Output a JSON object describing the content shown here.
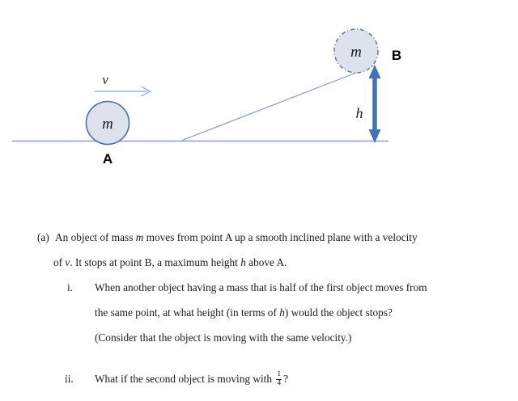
{
  "diagram": {
    "colors": {
      "ball_fill": "#dde2ec",
      "ball_stroke": "#4a6fa5",
      "ball_b_stroke": "#6c7a93",
      "ground_line": "#a8b6d1",
      "incline_line": "#8c9cc0",
      "arrow_blue": "#4472b8",
      "velocity_arrow": "#9db2d6"
    },
    "ball_a": {
      "mass_label": "m",
      "point_label": "A"
    },
    "ball_b": {
      "mass_label": "m",
      "point_label": "B"
    },
    "height_label": "h",
    "velocity_label": "v"
  },
  "question": {
    "part_a": {
      "marker": "(a)",
      "line1_pre": "An object of mass ",
      "line1_italic": "m",
      "line1_post": " moves from point A up a smooth inclined plane with a velocity",
      "line2_pre": "of ",
      "line2_italic": "v",
      "line2_mid": ". It stops at point B, a maximum height ",
      "line2_italic2": "h",
      "line2_post": " above A."
    },
    "item_i": {
      "marker": "i.",
      "line1": "When another object having a mass that is half of the first object moves from",
      "line2_pre": "the same point, at what height (in terms of ",
      "line2_italic": "h",
      "line2_post": ") would the object stops?",
      "line3": "(Consider that the object is moving with the same velocity.)"
    },
    "item_ii": {
      "marker": "ii.",
      "text_pre": "What if the second object is moving with ",
      "fraction_numerator": "1",
      "fraction_denominator": "4",
      "text_post": "?"
    }
  }
}
